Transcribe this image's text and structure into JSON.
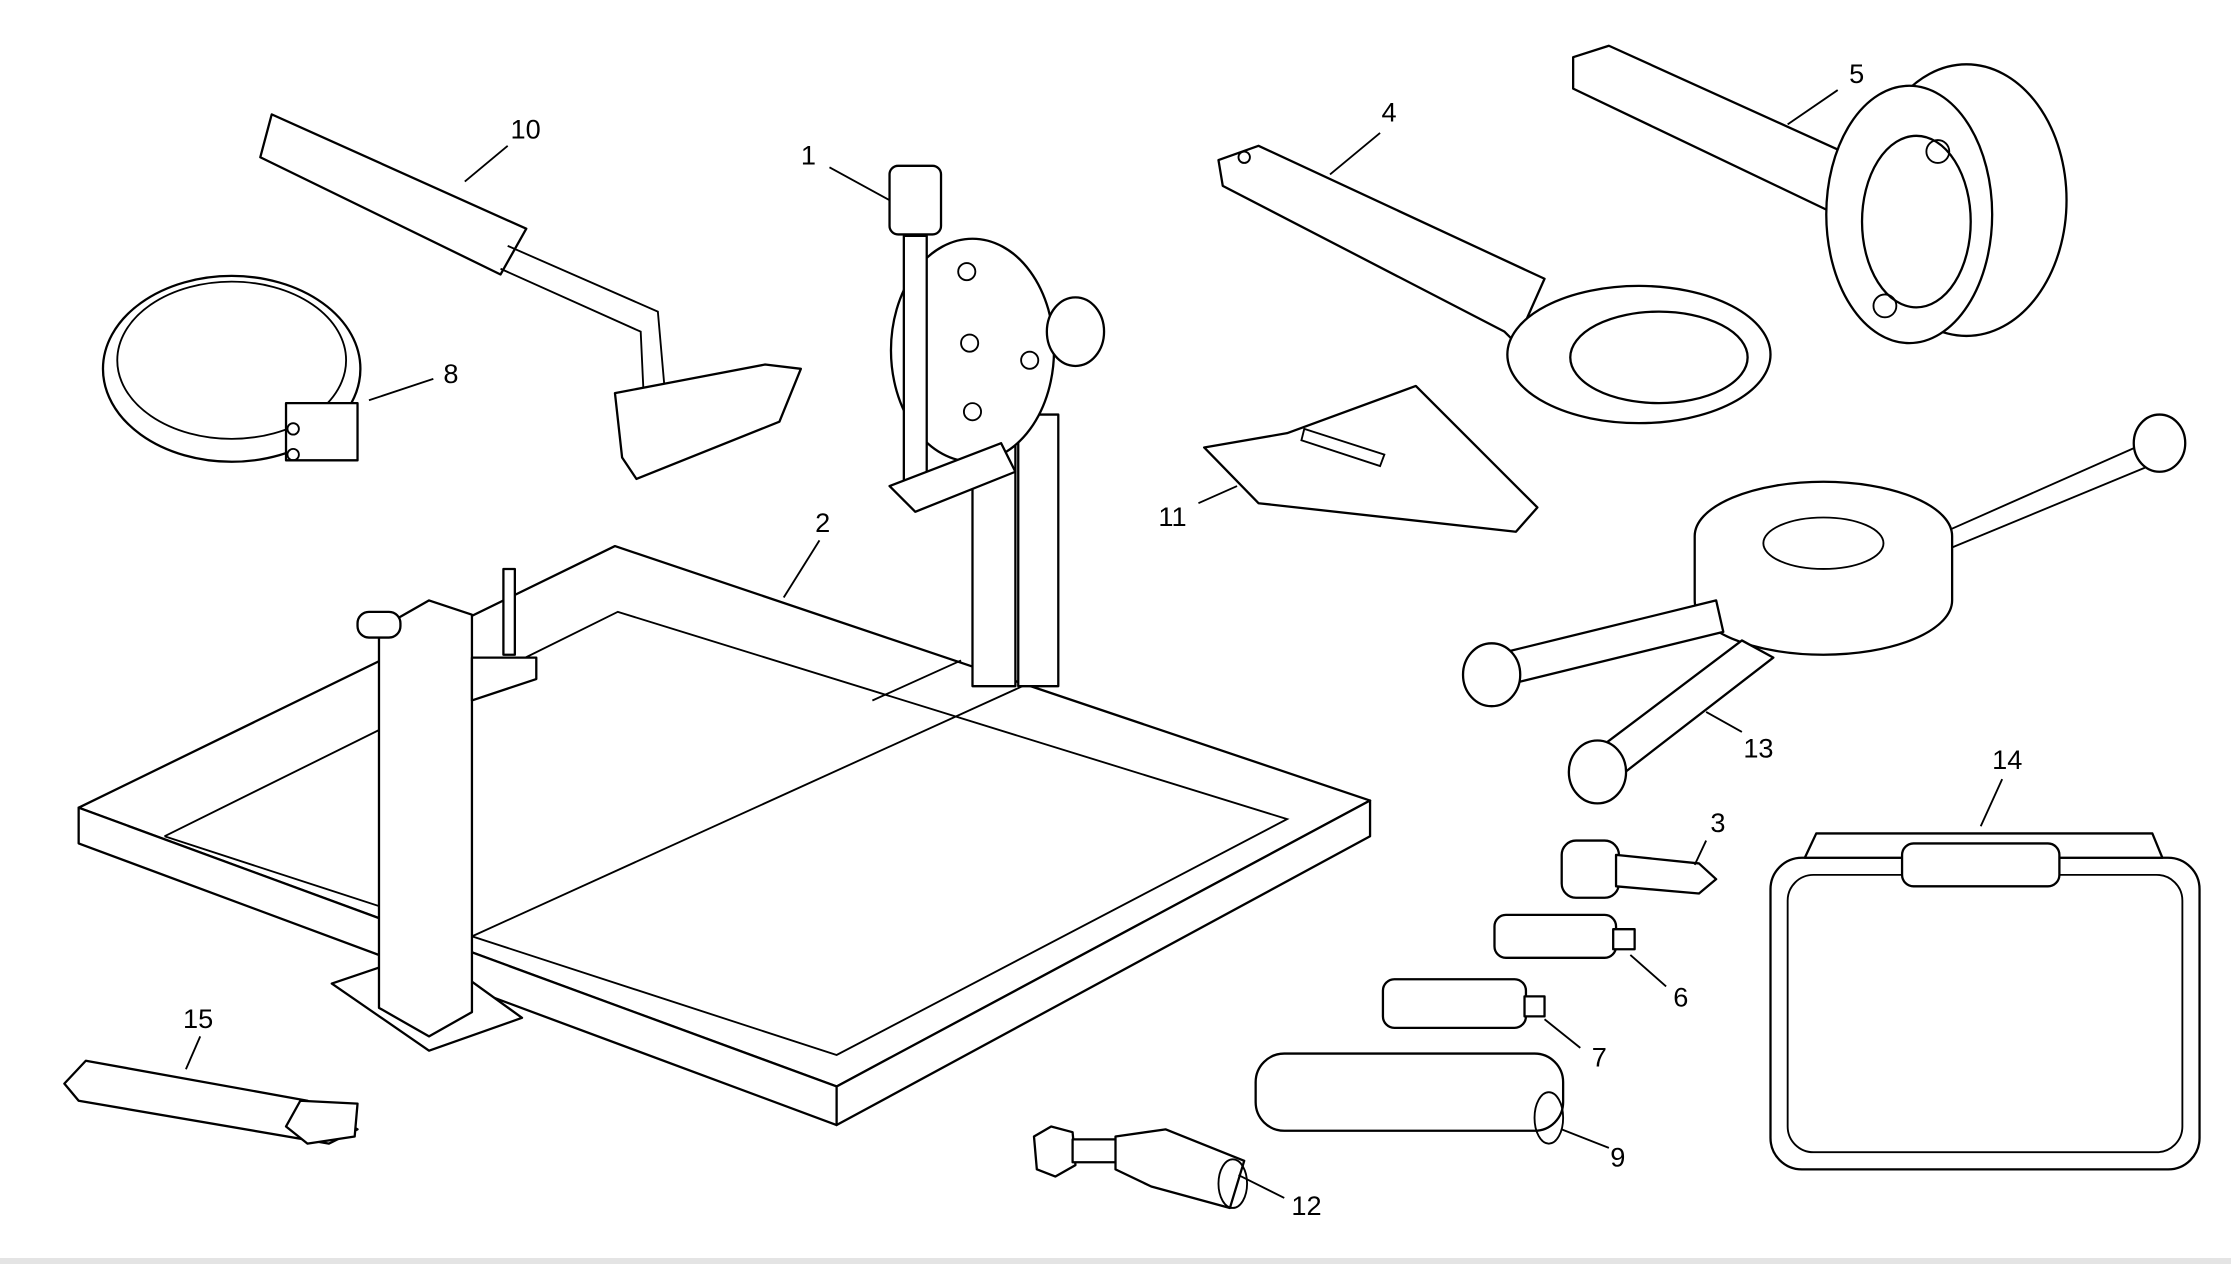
{
  "diagram": {
    "callouts": [
      {
        "number": "1"
      },
      {
        "number": "2"
      },
      {
        "number": "3"
      },
      {
        "number": "4"
      },
      {
        "number": "5"
      },
      {
        "number": "6"
      },
      {
        "number": "7"
      },
      {
        "number": "8"
      },
      {
        "number": "9"
      },
      {
        "number": "10"
      },
      {
        "number": "11"
      },
      {
        "number": "12"
      },
      {
        "number": "13"
      },
      {
        "number": "14"
      },
      {
        "number": "15"
      }
    ]
  }
}
